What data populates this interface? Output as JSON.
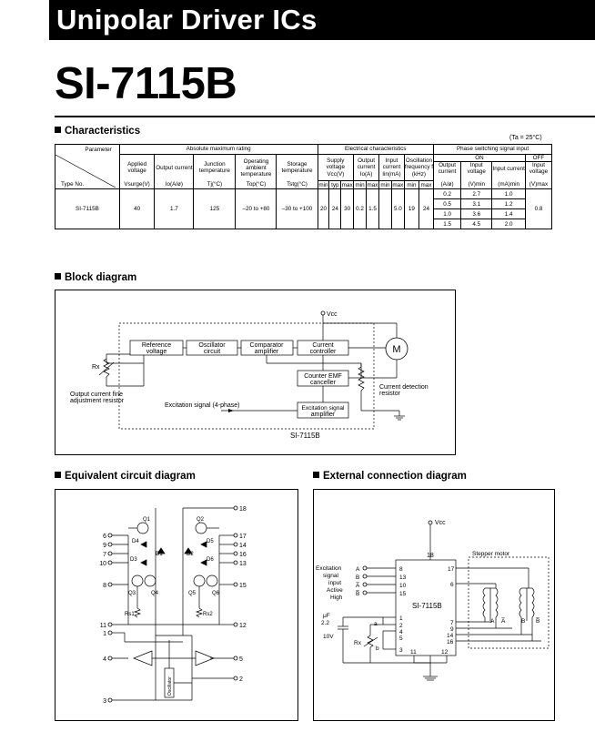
{
  "header": {
    "title": "Unipolar Driver ICs",
    "part_number": "SI-7115B"
  },
  "characteristics": {
    "section_title": "Characteristics",
    "ta_note": "(Ta = 25°C)",
    "groups": {
      "parameter": "Parameter",
      "abs_max": "Absolute maximum rating",
      "elec": "Electrical characteristics",
      "phase": "Phase switching signal input",
      "on": "ON",
      "off": "OFF"
    },
    "type_no_label": "Type No.",
    "abs_cols": [
      {
        "name": "Applied voltage",
        "unit": "Vsurge(V)"
      },
      {
        "name": "Output current",
        "unit": "Io(A/ø)"
      },
      {
        "name": "Junction temperature",
        "unit": "Tj(°C)"
      },
      {
        "name": "Operating ambient temperature",
        "unit": "Top(°C)"
      },
      {
        "name": "Storage temperature",
        "unit": "Tstg(°C)"
      }
    ],
    "elec_cols": [
      {
        "name": "Supply voltage Vcc(V)",
        "subs": [
          "min",
          "typ",
          "max"
        ]
      },
      {
        "name": "Output current Io(A)",
        "subs": [
          "min",
          "max"
        ]
      },
      {
        "name": "Input current Iin(mA)",
        "subs": [
          "min",
          "max"
        ]
      },
      {
        "name": "Oscillation frequency f (kHz)",
        "subs": [
          "min",
          "max"
        ]
      }
    ],
    "phase_cols": [
      {
        "name": "Output current",
        "unit": "(A/ø)"
      },
      {
        "name": "Input voltage",
        "unit": "(V)min"
      },
      {
        "name": "Input current",
        "unit": "(mA)min"
      },
      {
        "name": "Input voltage",
        "unit": "(V)max"
      }
    ],
    "row": {
      "type": "SI-7115B",
      "vsurge": "40",
      "io": "1.7",
      "tj": "125",
      "top": "–20 to +80",
      "tstg": "–30 to +100",
      "vcc_min": "20",
      "vcc_typ": "24",
      "vcc_max": "30",
      "io_min": "0.2",
      "io_max": "1.5",
      "iin_min": "",
      "iin_max": "5.0",
      "f_min": "19",
      "f_max": "24",
      "phase_rows": [
        {
          "io": "0.2",
          "vin": "2.7",
          "iin": "1.0"
        },
        {
          "io": "0.5",
          "vin": "3.1",
          "iin": "1.2"
        },
        {
          "io": "1.0",
          "vin": "3.6",
          "iin": "1.4"
        },
        {
          "io": "1.5",
          "vin": "4.5",
          "iin": "2.0"
        }
      ],
      "off_vin": "0.8"
    }
  },
  "block_diagram": {
    "section_title": "Block diagram",
    "vcc": "Vcc",
    "blocks": [
      "Reference voltage",
      "Oscillator circuit",
      "Comparator amplifier",
      "Current controller",
      "Counter EMF canceller",
      "Excitation signal amplifier"
    ],
    "motor": "M",
    "rx": "Rx",
    "rx_note": [
      "Output current fine",
      "adjustment resistor"
    ],
    "sense_note": [
      "Current detection",
      "resistor"
    ],
    "excitation": "Excitation signal (4-phase)",
    "chip": "SI-7115B"
  },
  "equivalent": {
    "section_title": "Equivalent circuit diagram",
    "pins_left": [
      "6",
      "9",
      "7",
      "10",
      "8",
      "11",
      "1",
      "4",
      "3"
    ],
    "pins_right": [
      "18",
      "17",
      "14",
      "16",
      "13",
      "15",
      "12",
      "5",
      "2"
    ],
    "labels": [
      "Q1",
      "Q2",
      "Q3",
      "Q4",
      "Q5",
      "Q6",
      "D1",
      "D2",
      "D3",
      "D4",
      "D5",
      "D6",
      "Rs1",
      "Rs2"
    ],
    "oscillator": "Oscillator"
  },
  "external": {
    "section_title": "External connection diagram",
    "vcc": "Vcc",
    "chip": "SI-7115B",
    "top_pin": "18",
    "input_label": [
      "Excitation",
      "signal",
      "input",
      "Active",
      "High"
    ],
    "inputs": [
      "A",
      "B",
      "A̅",
      "B̅"
    ],
    "left_pins": [
      "8",
      "13",
      "10",
      "15",
      "1",
      "2",
      "4",
      "5",
      "3"
    ],
    "bottom_pins": [
      "11",
      "12"
    ],
    "right_pins": [
      "17",
      "6",
      "7",
      "9",
      "14",
      "16"
    ],
    "stepper": "Stepper motor",
    "cap": [
      "μF",
      "2.2",
      "10V"
    ],
    "rx": "Rx",
    "ab": [
      "a",
      "b"
    ],
    "coils": [
      "A",
      "A̅",
      "B",
      "B̅"
    ]
  }
}
